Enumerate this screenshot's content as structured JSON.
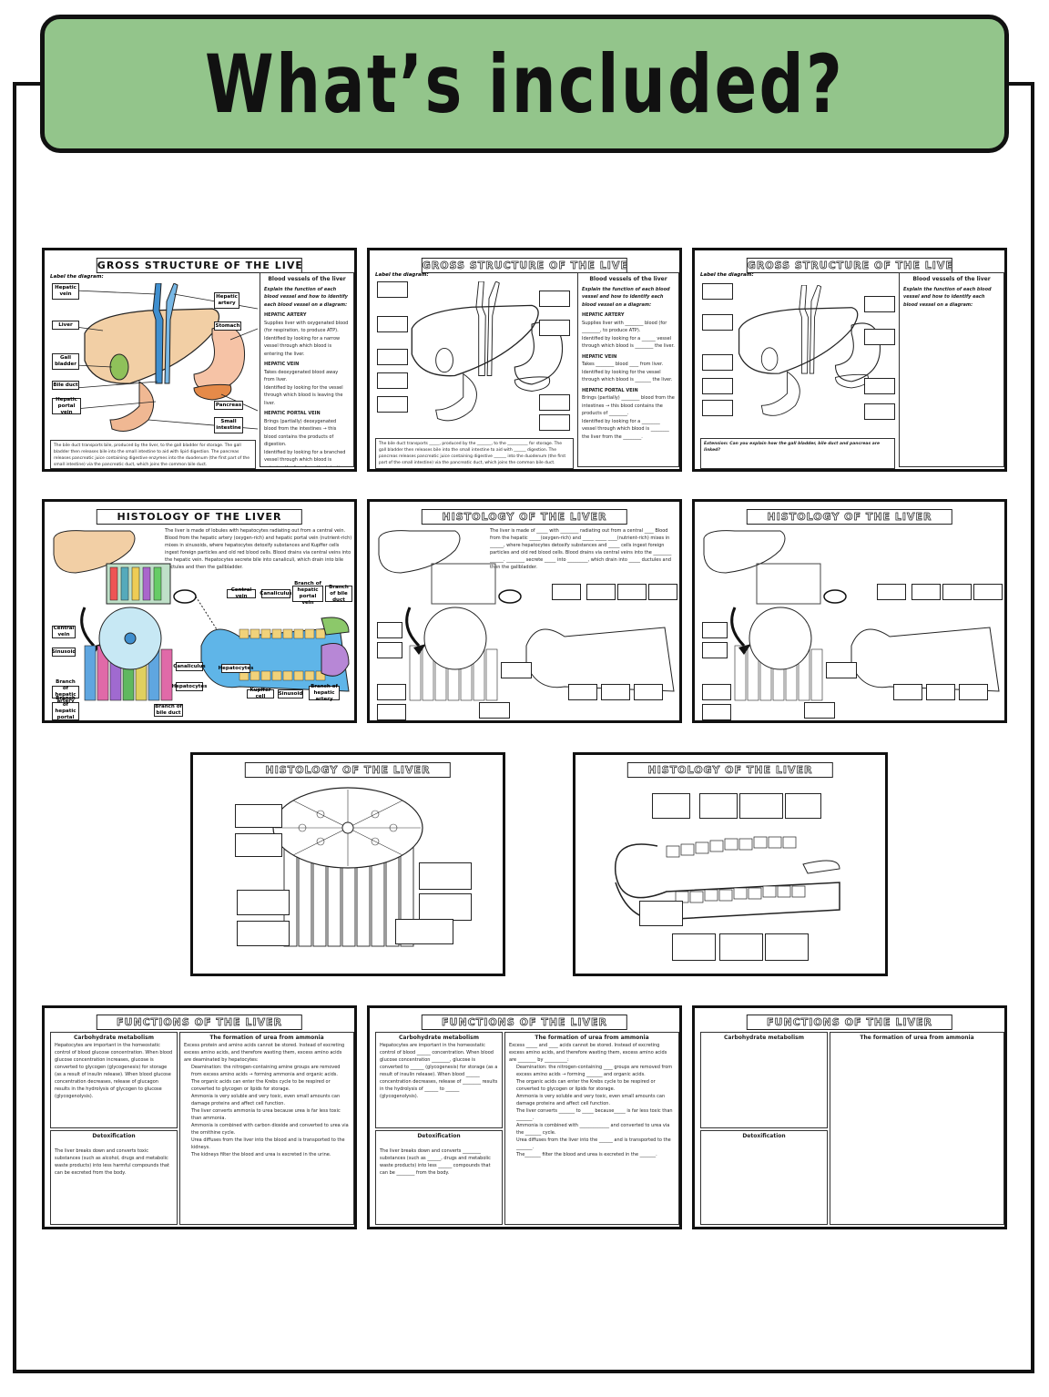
{
  "header": {
    "title": "What’s included?"
  },
  "titles": {
    "gross": "GROSS STRUCTURE OF THE LIVER",
    "histology": "HISTOLOGY OF THE LIVER",
    "functions": "FUNCTIONS OF THE LIVER"
  },
  "gross": {
    "label_prompt": "Label the diagram:",
    "labels": [
      "Hepatic vein",
      "Liver",
      "Gall bladder",
      "Bile duct",
      "Hepatic portal vein",
      "Hepatic artery",
      "Stomach",
      "Pancreas",
      "Small intestine"
    ],
    "vessels_heading": "Blood vessels of the liver",
    "vessels_instruction": "Explain the function of each blood vessel and how to identify each blood vessel on a diagram:",
    "artery_heading": "HEPATIC ARTERY",
    "artery_points": [
      "Supplies liver with oxygenated blood (for respiration, to produce ATP).",
      "Identified by looking for a narrow vessel through which blood is entering the liver."
    ],
    "vein_heading": "HEPATIC VEIN",
    "vein_points": [
      "Takes deoxygenated blood away from liver.",
      "Identified by looking for the vessel through which blood is leaving the liver."
    ],
    "portal_heading": "HEPATIC PORTAL VEIN",
    "portal_points": [
      "Brings (partially) deoxygenated blood from the intestines → this blood contains the products of digestion.",
      "Identified by looking for a branched vessel through which blood is entering the liver from the intestines."
    ],
    "footer": "The bile duct transports bile, produced by the liver, to the gall bladder for storage. The gall bladder then releases bile into the small intestine to aid with lipid digestion. The pancreas releases pancreatic juice containing digestive enzymes into the duodenum (the first part of the small intestine) via the pancreatic duct, which joins the common bile duct.",
    "cloze_artery": [
      "Supplies liver with ________ blood (for ________, to produce ATP).",
      "Identified by looking for a ______ vessel through which blood is ________ the liver."
    ],
    "cloze_vein": [
      "Takes ________ blood ____ from liver.",
      "Identified by looking for the vessel through which blood is _______ the liver."
    ],
    "cloze_portal": [
      "Brings (partially) ________ blood from the intestines → this blood contains the products of ________.",
      "Identified by looking for a ________ vessel through which blood is ________ the liver from the ________."
    ],
    "cloze_footer": "The bile duct transports _____, produced by the _______, to the __________ for storage. The gall bladder then releases bile into the small intestine to aid with ______ digestion. The pancreas releases pancreatic juice containing digestive ______ into the duodenum (the first part of the small intestine) via the pancreatic duct, which joins the common bile duct.",
    "extension": "Extension: Can you explain how the gall bladder, bile duct and pancreas are linked?"
  },
  "histology": {
    "text": "The liver is made of lobules with hepatocytes radiating out from a central vein. Blood from the hepatic artery (oxygen-rich) and hepatic portal vein (nutrient-rich) mixes in sinusoids, where hepatocytes detoxify substances and Kupffer cells ingest foreign particles and old red blood cells. Blood drains via central veins into the hepatic vein. Hepatocytes secrete bile into canaliculi, which drain into bile ductules and then the gallbladder.",
    "cloze_text": "The liver is made of _____ with ________ radiating out from a central ____ Blood from the hepatic _____(oxygen-rich) and _____ _____ ____(nutrient-rich) mixes in ______, where hepatocytes detoxify substances and _____ cells ingest foreign particles and old red blood cells. Blood drains via central veins into the ________ ______. ________ secrete _____ into _________, which drain into _____ ductules and then the gallbladder.",
    "labels_top": [
      "Central vein",
      "Canaliculus",
      "Branch of hepatic portal vein",
      "Branch of bile duct"
    ],
    "labels_left": [
      "Central vein",
      "Sinusoid"
    ],
    "labels_mid": [
      "Canaliculus",
      "Hepatocytes"
    ],
    "labels_bottom_left": [
      "Branch of hepatic artery",
      "Branch of hepatic portal vein",
      "Branch of bile duct"
    ],
    "labels_bottom_right": [
      "Hepatocytes",
      "Kupffer cell",
      "Sinusoid",
      "Branch of hepatic artery"
    ]
  },
  "functions": {
    "carb_heading": "Carbohydrate metabolism",
    "carb_text": "Hepatocytes are important in the homeostatic control of blood glucose concentration. When blood glucose concentration increases, glucose is converted to glycogen (glycogenesis) for storage (as a result of insulin release). When blood glucose concentration decreases, release of glucagon results in the hydrolysis of glycogen to glucose (glycogenolysis).",
    "detox_heading": "Detoxification",
    "detox_text": "The liver breaks down and converts toxic substances (such as alcohol, drugs and metabolic waste products) into less harmful compounds that can be excreted from the body.",
    "urea_heading": "The formation of urea from ammonia",
    "urea_intro": "Excess protein and amino acids cannot be stored. Instead of excreting excess amino acids, and therefore wasting them, excess amino acids are deaminated by hepatocytes:",
    "urea_points": [
      "Deamination: the nitrogen-containing amine groups are removed from excess amino acids → forming ammonia and organic acids.",
      "The organic acids can enter the Krebs cycle to be respired or converted to glycogen or lipids for storage.",
      "Ammonia is very soluble and very toxic, even small amounts can damage proteins and affect cell function.",
      "The liver converts ammonia to urea because urea is far less toxic than ammonia.",
      "Ammonia is combined with carbon dioxide and converted to urea via the ornithine cycle.",
      "Urea diffuses from the liver into the blood and is transported to the kidneys.",
      "The kidneys filter the blood and urea is excreted in the urine."
    ],
    "carb_cloze": "Hepatocytes are important in the homeostatic control of blood ______ concentration. When blood glucose concentration ________, glucose is converted to ______ (glycogenesis) for storage (as a result of insulin release). When blood ______ concentration decreases, release of ________ results in the hydrolysis of ______ to ______ (glycogenolysis).",
    "detox_cloze": "The liver breaks down and converts ________ substances (such as ______, drugs and metabolic waste products) into less ______ compounds that can be ________ from the body.",
    "urea_intro_cloze": "Excess _____ and ____ acids cannot be stored. Instead of excreting excess amino acids, and therefore wasting them, excess amino acids are ________ by __________:",
    "urea_points_cloze": [
      "Deamination: the nitrogen-containing ____ groups are removed from excess amino acids → forming _______ and organic acids.",
      "The organic acids can enter the Krebs cycle to be respired or converted to glycogen or lipids for storage.",
      "Ammonia is very soluble and very toxic, even small amounts can damage proteins and affect cell function.",
      "The liver converts _______ to _____ because_____ is far less toxic than _______.",
      "Ammonia is combined with _____________ and converted to urea via the _______ cycle.",
      "Urea diffuses from the liver into the ______ and is transported to the _______.",
      "The_______ filter the blood and urea is excreted in the _______."
    ]
  }
}
